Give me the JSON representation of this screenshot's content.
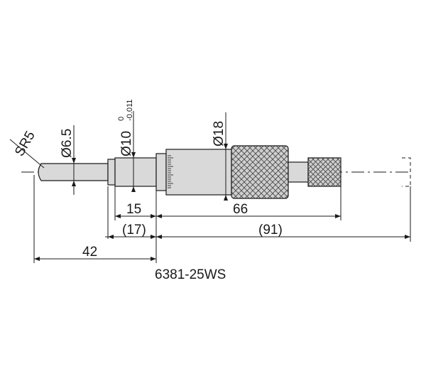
{
  "drawing": {
    "model": "6381-25WS",
    "dims": {
      "sr": "SR5",
      "spindle_dia": "Ø6.5",
      "stem_dia": "Ø10",
      "stem_tol_upper": "0",
      "stem_tol_lower": "-0.011",
      "thimble_dia": "Ø18",
      "stem_len": "15",
      "stem_len_ref": "(17)",
      "body_len": "66",
      "body_len_ref": "(91)",
      "total_to_stem": "42"
    }
  },
  "colors": {
    "line": "#1a1a1a",
    "body_fill": "#d9d9d9",
    "knurl_fill": "#cfcfcf",
    "background": "#ffffff"
  }
}
